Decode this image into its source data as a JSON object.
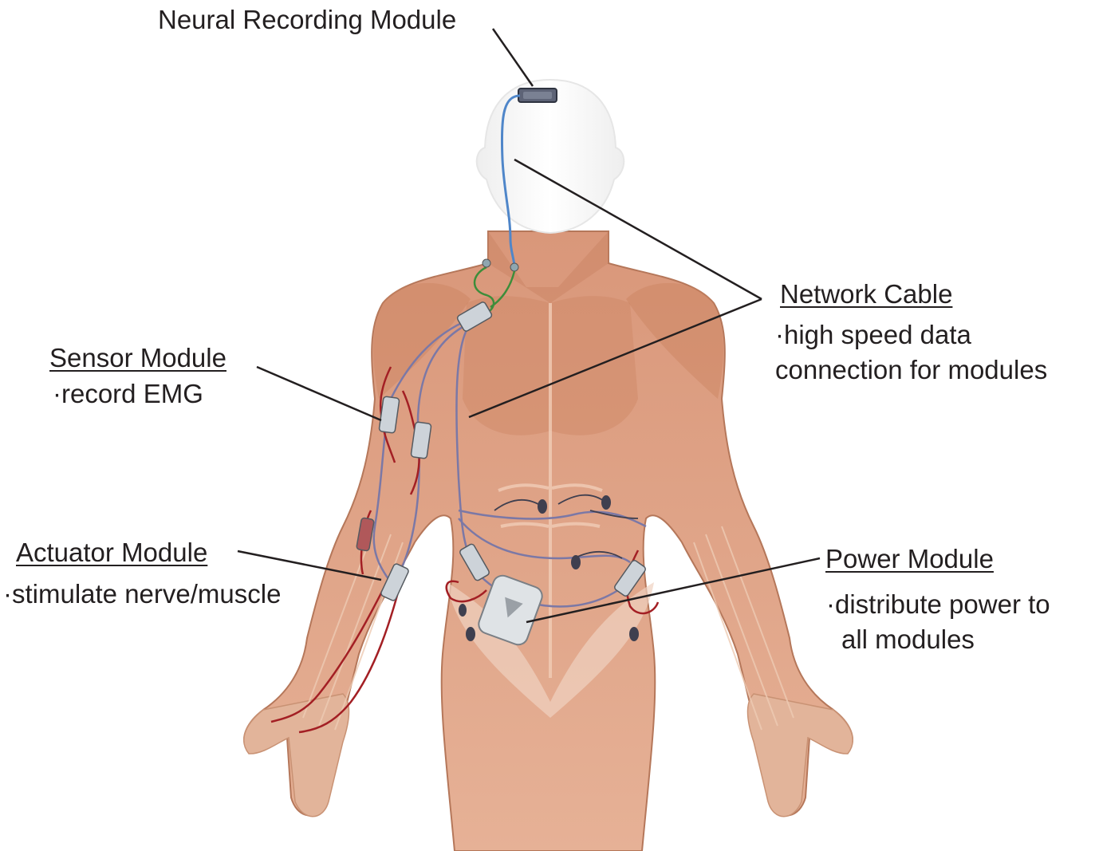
{
  "labels": {
    "neural_recording": "Neural Recording Module",
    "network_cable": {
      "title": "Network Cable",
      "line1": "·high speed data",
      "line2": "connection for modules"
    },
    "sensor": {
      "title": "Sensor Module",
      "line1": "·record EMG"
    },
    "actuator": {
      "title": "Actuator Module",
      "line1": "·stimulate nerve/muscle"
    },
    "power": {
      "title": "Power Module",
      "line1": "·distribute power to",
      "line2": "all modules"
    }
  },
  "colors": {
    "muscle": "#d99a78",
    "muscle_dark": "#b9724f",
    "head": "#ffffff",
    "cable": "#5b8fd0",
    "network_wire": "#7f7fa8",
    "sensor_wire": "#a31f24",
    "module": "#c9ced3",
    "text": "#231f20"
  }
}
